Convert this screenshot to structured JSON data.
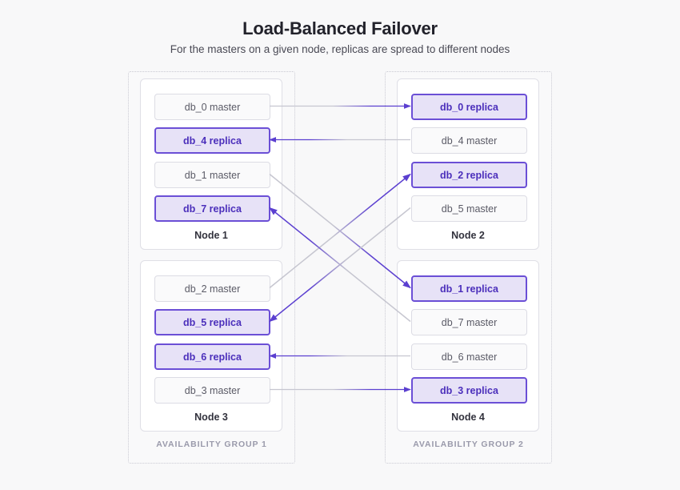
{
  "header": {
    "title": "Load-Balanced Failover",
    "subtitle": "For the masters on a given node, replicas are spread to different nodes"
  },
  "colors": {
    "background": "#f8f8f9",
    "replica_fill": "#e7e2f7",
    "replica_border": "#6b4fd6",
    "replica_text": "#4b2fbb",
    "master_fill": "#fafafb",
    "master_border": "#dcdce4",
    "master_text": "#5a5a66",
    "arrow": "#5b3fd0",
    "link_source": "#c6c6d0",
    "group_border": "#c9c9d2",
    "group_label": "#9a9aab",
    "title_text": "#22222b"
  },
  "groups": [
    {
      "id": "ag1",
      "label": "AVAILABILITY GROUP 1",
      "nodes": [
        "node1",
        "node3"
      ]
    },
    {
      "id": "ag2",
      "label": "AVAILABILITY GROUP 2",
      "nodes": [
        "node2",
        "node4"
      ]
    }
  ],
  "nodes": [
    {
      "id": "node1",
      "label": "Node 1",
      "databases": [
        {
          "name": "db_0",
          "role": "master",
          "label": "db_0 master"
        },
        {
          "name": "db_4",
          "role": "replica",
          "label": "db_4 replica"
        },
        {
          "name": "db_1",
          "role": "master",
          "label": "db_1 master"
        },
        {
          "name": "db_7",
          "role": "replica",
          "label": "db_7 replica"
        }
      ]
    },
    {
      "id": "node2",
      "label": "Node 2",
      "databases": [
        {
          "name": "db_0",
          "role": "replica",
          "label": "db_0 replica"
        },
        {
          "name": "db_4",
          "role": "master",
          "label": "db_4 master"
        },
        {
          "name": "db_2",
          "role": "replica",
          "label": "db_2 replica"
        },
        {
          "name": "db_5",
          "role": "master",
          "label": "db_5 master"
        }
      ]
    },
    {
      "id": "node3",
      "label": "Node 3",
      "databases": [
        {
          "name": "db_2",
          "role": "master",
          "label": "db_2 master"
        },
        {
          "name": "db_5",
          "role": "replica",
          "label": "db_5 replica"
        },
        {
          "name": "db_6",
          "role": "replica",
          "label": "db_6 replica"
        },
        {
          "name": "db_3",
          "role": "master",
          "label": "db_3 master"
        }
      ]
    },
    {
      "id": "node4",
      "label": "Node 4",
      "databases": [
        {
          "name": "db_1",
          "role": "replica",
          "label": "db_1 replica"
        },
        {
          "name": "db_7",
          "role": "master",
          "label": "db_7 master"
        },
        {
          "name": "db_6",
          "role": "master",
          "label": "db_6 master"
        },
        {
          "name": "db_3",
          "role": "replica",
          "label": "db_3 replica"
        }
      ]
    }
  ],
  "links": [
    {
      "db": "db_0",
      "from_node": "node1",
      "from_slot": 0,
      "to_node": "node2",
      "to_slot": 0,
      "kind": "horizontal"
    },
    {
      "db": "db_4",
      "from_node": "node2",
      "from_slot": 1,
      "to_node": "node1",
      "to_slot": 1,
      "kind": "horizontal"
    },
    {
      "db": "db_1",
      "from_node": "node1",
      "from_slot": 2,
      "to_node": "node4",
      "to_slot": 0,
      "kind": "diagonal"
    },
    {
      "db": "db_5",
      "from_node": "node2",
      "from_slot": 3,
      "to_node": "node3",
      "to_slot": 1,
      "kind": "diagonal"
    },
    {
      "db": "db_2",
      "from_node": "node3",
      "from_slot": 0,
      "to_node": "node2",
      "to_slot": 2,
      "kind": "diagonal"
    },
    {
      "db": "db_7",
      "from_node": "node4",
      "from_slot": 1,
      "to_node": "node1",
      "to_slot": 3,
      "kind": "diagonal"
    },
    {
      "db": "db_6",
      "from_node": "node4",
      "from_slot": 2,
      "to_node": "node3",
      "to_slot": 2,
      "kind": "horizontal"
    },
    {
      "db": "db_3",
      "from_node": "node3",
      "from_slot": 3,
      "to_node": "node4",
      "to_slot": 3,
      "kind": "horizontal"
    }
  ]
}
